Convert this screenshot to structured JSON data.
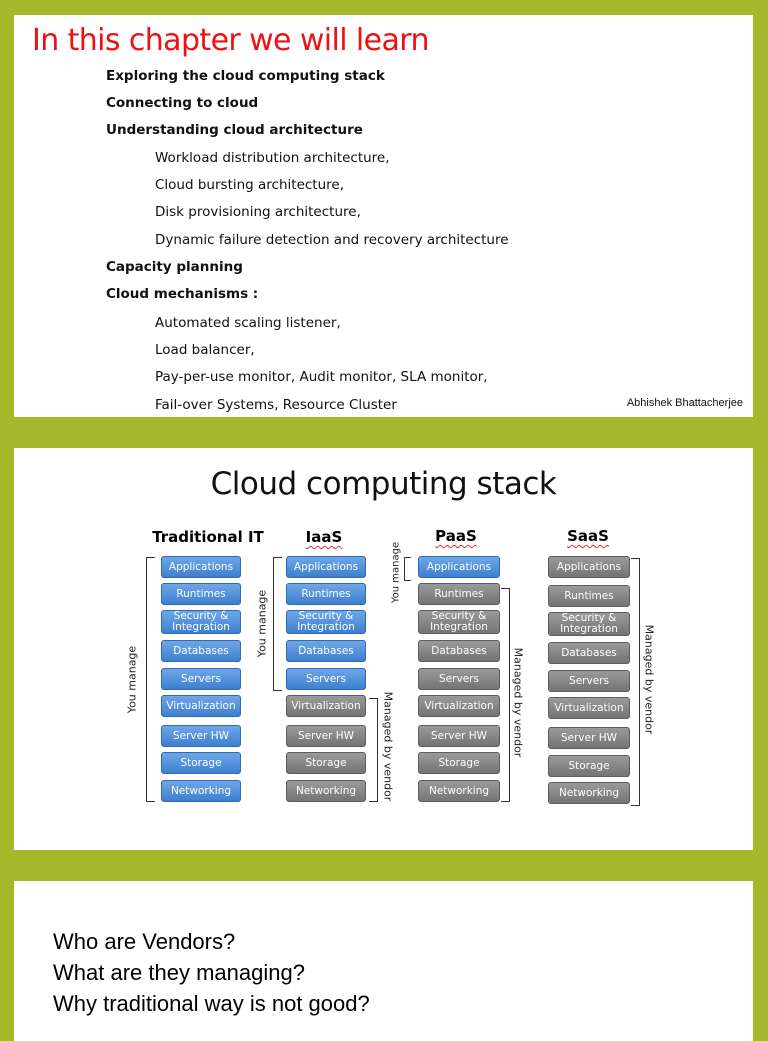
{
  "slide1": {
    "title": "In this chapter we will learn",
    "items": [
      {
        "text": "Exploring the cloud computing stack",
        "level": 1
      },
      {
        "text": "Connecting to cloud",
        "level": 1
      },
      {
        "text": "Understanding cloud architecture",
        "level": 1
      },
      {
        "text": "Workload distribution architecture,",
        "level": 2
      },
      {
        "text": "Cloud bursting architecture,",
        "level": 2
      },
      {
        "text": "Disk provisioning architecture,",
        "level": 2
      },
      {
        "text": "Dynamic failure detection and recovery architecture",
        "level": 2
      },
      {
        "text": "Capacity planning",
        "level": 1
      },
      {
        "text": "Cloud mechanisms :",
        "level": 1
      },
      {
        "text": "Automated scaling listener,",
        "level": 2
      },
      {
        "text": "Load balancer,",
        "level": 2
      },
      {
        "text": "Pay-per-use monitor, Audit monitor, SLA monitor,",
        "level": 2
      },
      {
        "text": "Fail-over Systems, Resource Cluster",
        "level": 2
      }
    ],
    "author": "Abhishek Bhattacherjee"
  },
  "slide2": {
    "title": "Cloud computing stack",
    "columns": [
      {
        "heading": "Traditional IT",
        "layers": [
          "Applications",
          "Runtimes",
          "Security & Integration",
          "Databases",
          "Servers",
          "Virtualization",
          "Server HW",
          "Storage",
          "Networking"
        ],
        "colors": [
          "blue",
          "blue",
          "blue",
          "blue",
          "blue",
          "blue",
          "blue",
          "blue",
          "blue"
        ],
        "labels": [
          "You manage"
        ]
      },
      {
        "heading": "IaaS",
        "layers": [
          "Applications",
          "Runtimes",
          "Security & Integration",
          "Databases",
          "Servers",
          "Virtualization",
          "Server HW",
          "Storage",
          "Networking"
        ],
        "colors": [
          "blue",
          "blue",
          "blue",
          "blue",
          "blue",
          "gray",
          "gray",
          "gray",
          "gray"
        ],
        "labels": [
          "You manage",
          "Managed by vendor"
        ]
      },
      {
        "heading": "PaaS",
        "layers": [
          "Applications",
          "Runtimes",
          "Security & Integration",
          "Databases",
          "Servers",
          "Virtualization",
          "Server HW",
          "Storage",
          "Networking"
        ],
        "colors": [
          "blue",
          "gray",
          "gray",
          "gray",
          "gray",
          "gray",
          "gray",
          "gray",
          "gray"
        ],
        "labels": [
          "You manage",
          "Managed by vendor"
        ]
      },
      {
        "heading": "SaaS",
        "layers": [
          "Applications",
          "Runtimes",
          "Security & Integration",
          "Databases",
          "Servers",
          "Virtualization",
          "Server HW",
          "Storage",
          "Networking"
        ],
        "colors": [
          "gray",
          "gray",
          "gray",
          "gray",
          "gray",
          "gray",
          "gray",
          "gray",
          "gray"
        ],
        "labels": [
          "Managed by vendor"
        ]
      }
    ]
  },
  "slide3": {
    "questions": [
      "Who are Vendors?",
      "What are they managing?",
      "Why traditional way is not good?"
    ]
  }
}
